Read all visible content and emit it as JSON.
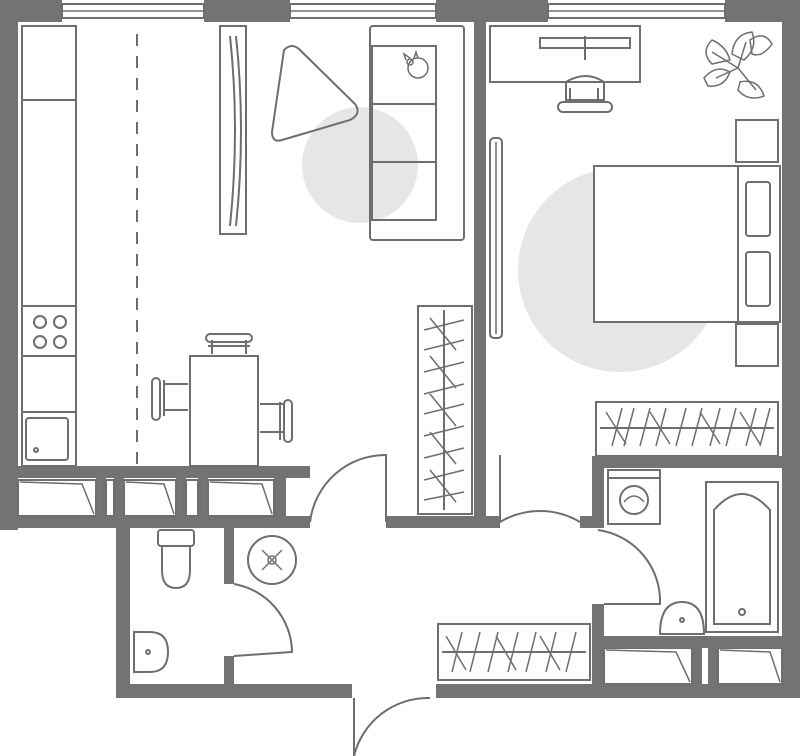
{
  "plan": {
    "type": "apartment-floor-plan",
    "rooms": [
      "kitchen-living-room",
      "bedroom",
      "bathroom",
      "toilet",
      "hallway"
    ],
    "colors": {
      "wall": "#737373",
      "line": "#6e6e6e",
      "rug": "#e6e6e6",
      "background": "#ffffff"
    }
  }
}
